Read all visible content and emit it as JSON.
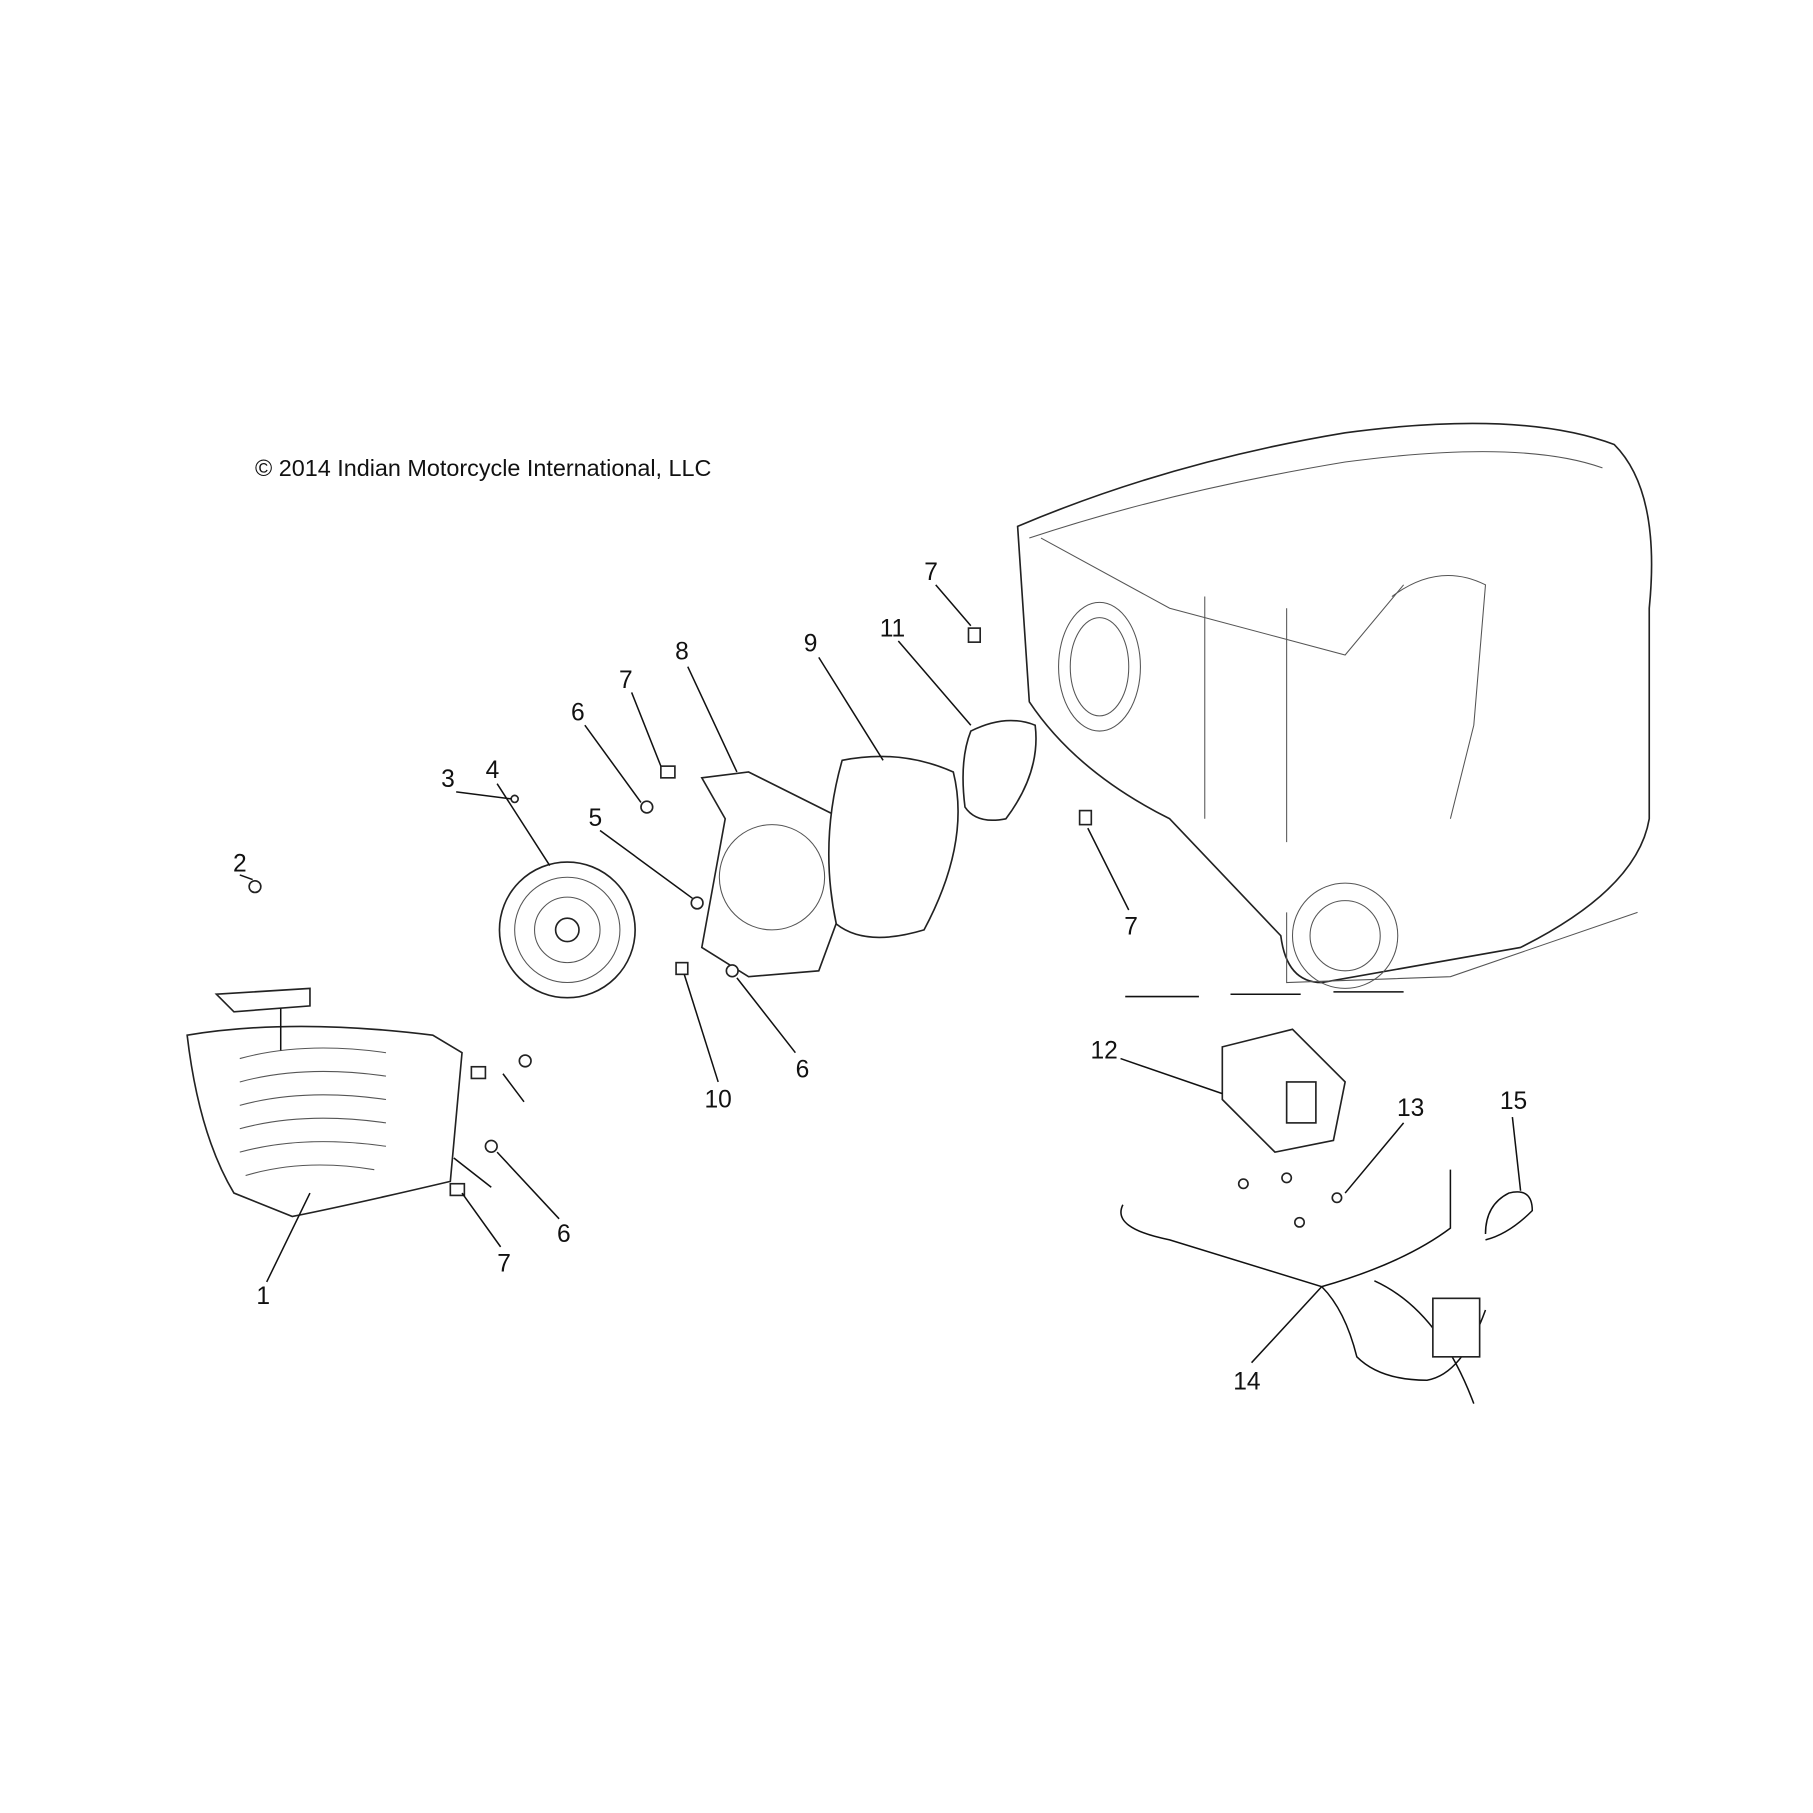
{
  "copyright": "© 2014 Indian Motorcycle International, LLC",
  "callouts": {
    "c1": "1",
    "c2": "2",
    "c3": "3",
    "c4": "4",
    "c5": "5",
    "c6a": "6",
    "c6b": "6",
    "c6c": "6",
    "c7a": "7",
    "c7b": "7",
    "c7c": "7",
    "c7d": "7",
    "c8": "8",
    "c9": "9",
    "c10": "10",
    "c11": "11",
    "c12": "12",
    "c13": "13",
    "c14": "14",
    "c15": "15"
  }
}
